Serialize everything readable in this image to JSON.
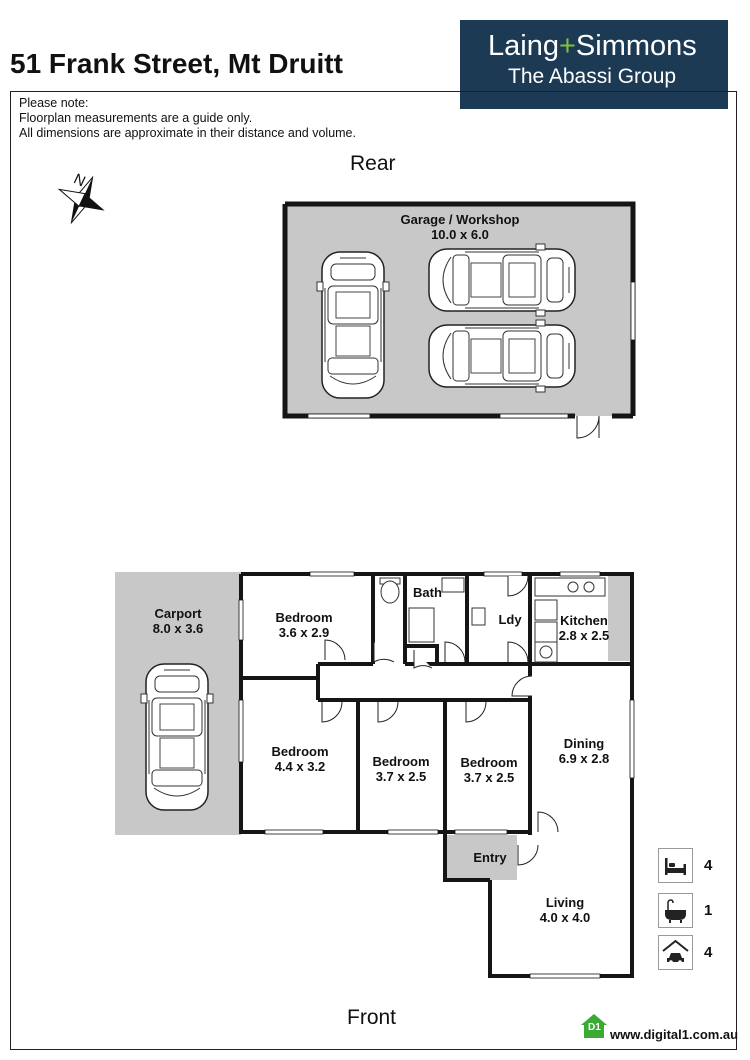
{
  "address": "51 Frank Street, Mt Druitt",
  "logo": {
    "line1_left": "Laing",
    "line1_plus": "+",
    "line1_right": "Simmons",
    "line2": "The Abassi Group"
  },
  "note": {
    "line1": "Please note:",
    "line2": "Floorplan measurements are a guide only.",
    "line3": "All dimensions are approximate in their distance and volume."
  },
  "compass": {
    "label": "N"
  },
  "orientation": {
    "rear": "Rear",
    "front": "Front"
  },
  "rooms": {
    "garage": {
      "name": "Garage / Workshop",
      "dims": "10.0 x 6.0"
    },
    "carport": {
      "name": "Carport",
      "dims": "8.0 x 3.6"
    },
    "bedroom1": {
      "name": "Bedroom",
      "dims": "3.6 x 2.9"
    },
    "bath": {
      "name": "Bath"
    },
    "laundry": {
      "name": "Ldy"
    },
    "kitchen": {
      "name": "Kitchen",
      "dims": "2.8 x 2.5"
    },
    "bedroom2": {
      "name": "Bedroom",
      "dims": "4.4 x 3.2"
    },
    "bedroom3": {
      "name": "Bedroom",
      "dims": "3.7 x 2.5"
    },
    "bedroom4": {
      "name": "Bedroom",
      "dims": "3.7 x 2.5"
    },
    "dining": {
      "name": "Dining",
      "dims": "6.9 x 2.8"
    },
    "entry": {
      "name": "Entry"
    },
    "living": {
      "name": "Living",
      "dims": "4.0 x 4.0"
    }
  },
  "features": {
    "bedrooms": "4",
    "bathrooms": "1",
    "parking": "4"
  },
  "footer": {
    "badge": "D1",
    "url": "www.digital1.com.au"
  },
  "colors": {
    "logo_bg": "#1d3a55",
    "logo_plus": "#7fc241",
    "floor_grey": "#c8c8c8",
    "walls": "#151515",
    "digital_green": "#3aaa35"
  }
}
